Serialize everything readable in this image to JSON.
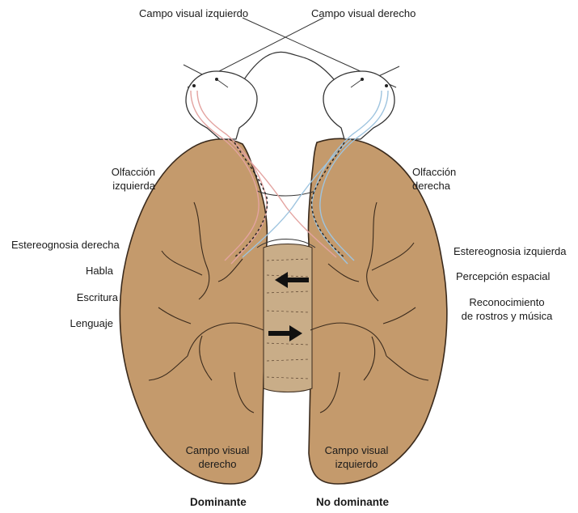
{
  "labels": {
    "left_visual_field": "Campo visual izquierdo",
    "right_visual_field": "Campo visual derecho",
    "left_olfaction_line1": "Olfacción",
    "left_olfaction_line2": "izquierda",
    "right_olfaction_line1": "Olfacción",
    "right_olfaction_line2": "derecha",
    "right_stereognosis": "Estereognosia derecha",
    "speech": "Habla",
    "writing": "Escritura",
    "language": "Lenguaje",
    "left_stereognosis": "Estereognosia izquierda",
    "spatial_perception": "Percepción espacial",
    "recognition_line1": "Reconocimiento",
    "recognition_line2": "de rostros y música",
    "left_hemi_field_line1": "Campo visual",
    "left_hemi_field_line2": "derecho",
    "right_hemi_field_line1": "Campo visual",
    "right_hemi_field_line2": "izquierdo",
    "dominant": "Dominante",
    "non_dominant": "No dominante"
  },
  "colors": {
    "brain_fill": "#c49a6c",
    "brain_stroke": "#3a2a1c",
    "corpus_callosum": "#c9ad88",
    "left_pathway": "#e3a3a0",
    "right_pathway": "#9ec4df",
    "text": "#1a1a1a"
  }
}
